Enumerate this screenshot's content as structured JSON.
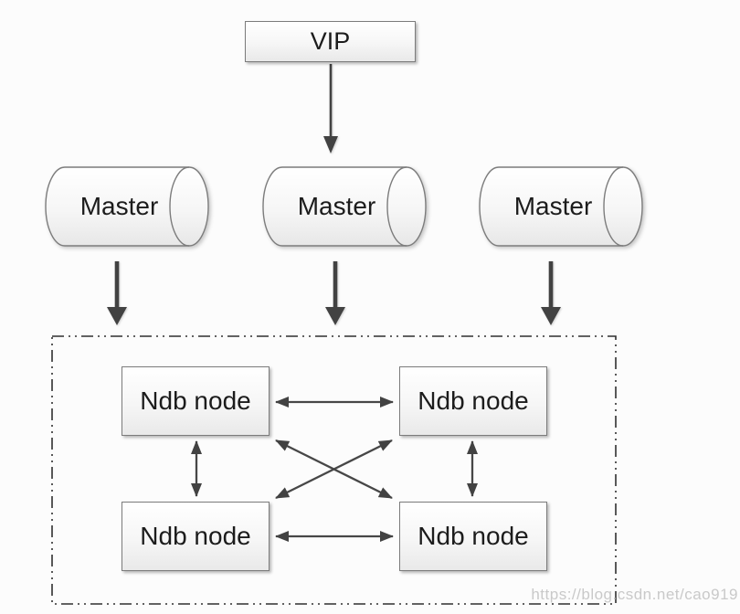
{
  "page": {
    "background_color": "#fcfcfc"
  },
  "diagram": {
    "vip": {
      "label": "VIP"
    },
    "masters": [
      {
        "label": "Master"
      },
      {
        "label": "Master"
      },
      {
        "label": "Master"
      }
    ],
    "cluster": {
      "border_style": "dash-dot-dot",
      "nodes": [
        {
          "label": "Ndb node",
          "position": "top-left"
        },
        {
          "label": "Ndb node",
          "position": "top-right"
        },
        {
          "label": "Ndb node",
          "position": "bottom-left"
        },
        {
          "label": "Ndb node",
          "position": "bottom-right"
        }
      ]
    },
    "connections": [
      {
        "from": "vip",
        "to": "master-middle",
        "type": "arrow"
      },
      {
        "from": "master-left",
        "to": "ndb-cluster",
        "type": "arrow"
      },
      {
        "from": "master-middle",
        "to": "ndb-cluster",
        "type": "arrow"
      },
      {
        "from": "master-right",
        "to": "ndb-cluster",
        "type": "arrow"
      },
      {
        "from": "ndb-top-left",
        "to": "ndb-top-right",
        "type": "double-arrow"
      },
      {
        "from": "ndb-bottom-left",
        "to": "ndb-bottom-right",
        "type": "double-arrow"
      },
      {
        "from": "ndb-top-left",
        "to": "ndb-bottom-left",
        "type": "double-arrow"
      },
      {
        "from": "ndb-top-right",
        "to": "ndb-bottom-right",
        "type": "double-arrow"
      },
      {
        "from": "ndb-top-left",
        "to": "ndb-bottom-right",
        "type": "double-arrow"
      },
      {
        "from": "ndb-bottom-left",
        "to": "ndb-top-right",
        "type": "double-arrow"
      }
    ],
    "colors": {
      "node_border": "#7c7c7c",
      "node_fill_top": "#ffffff",
      "node_fill_bottom": "#e9e9e9",
      "arrow": "#424242",
      "dashed_border": "#2f2f2f",
      "text": "#1c1c1c",
      "watermark": "#c9c9c9"
    },
    "watermark": {
      "text": "https://blog.csdn.net/cao919"
    }
  }
}
